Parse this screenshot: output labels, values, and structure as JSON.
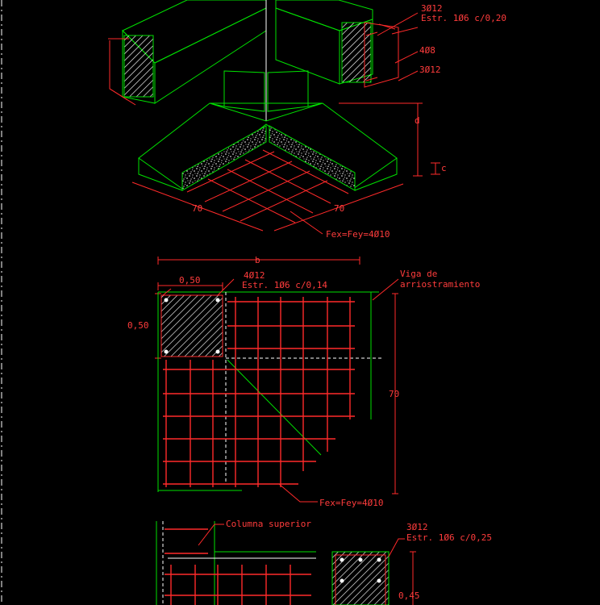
{
  "iso": {
    "top_rebar": "3Ø12",
    "stirrups": "Estr. 1Ø6 c/0,20",
    "mid_rebar": "4Ø8",
    "bot_rebar": "3Ø12",
    "dim_d": "d",
    "dim_c": "c",
    "dim_left": "70",
    "dim_right": "70",
    "mesh": "Fex=Fey=4Ø10"
  },
  "plan": {
    "dim_b": "b",
    "col_w": "0,50",
    "col_h": "0,50",
    "col_rebar": "4Ø12",
    "col_stirrups": "Estr. 1Ø6 c/0,14",
    "beam_label_1": "Viga de",
    "beam_label_2": "arriostramiento",
    "dim_70": "70",
    "mesh": "Fex=Fey=4Ø10"
  },
  "section": {
    "col_label": "Columna superior",
    "rebar": "3Ø12",
    "stirrups": "Estr. 1Ø6 c/0,25",
    "dim": "0,45"
  },
  "colors": {
    "green": "#00e000",
    "red": "#ff2a2a",
    "white": "#ffffff",
    "bg": "#000000"
  }
}
